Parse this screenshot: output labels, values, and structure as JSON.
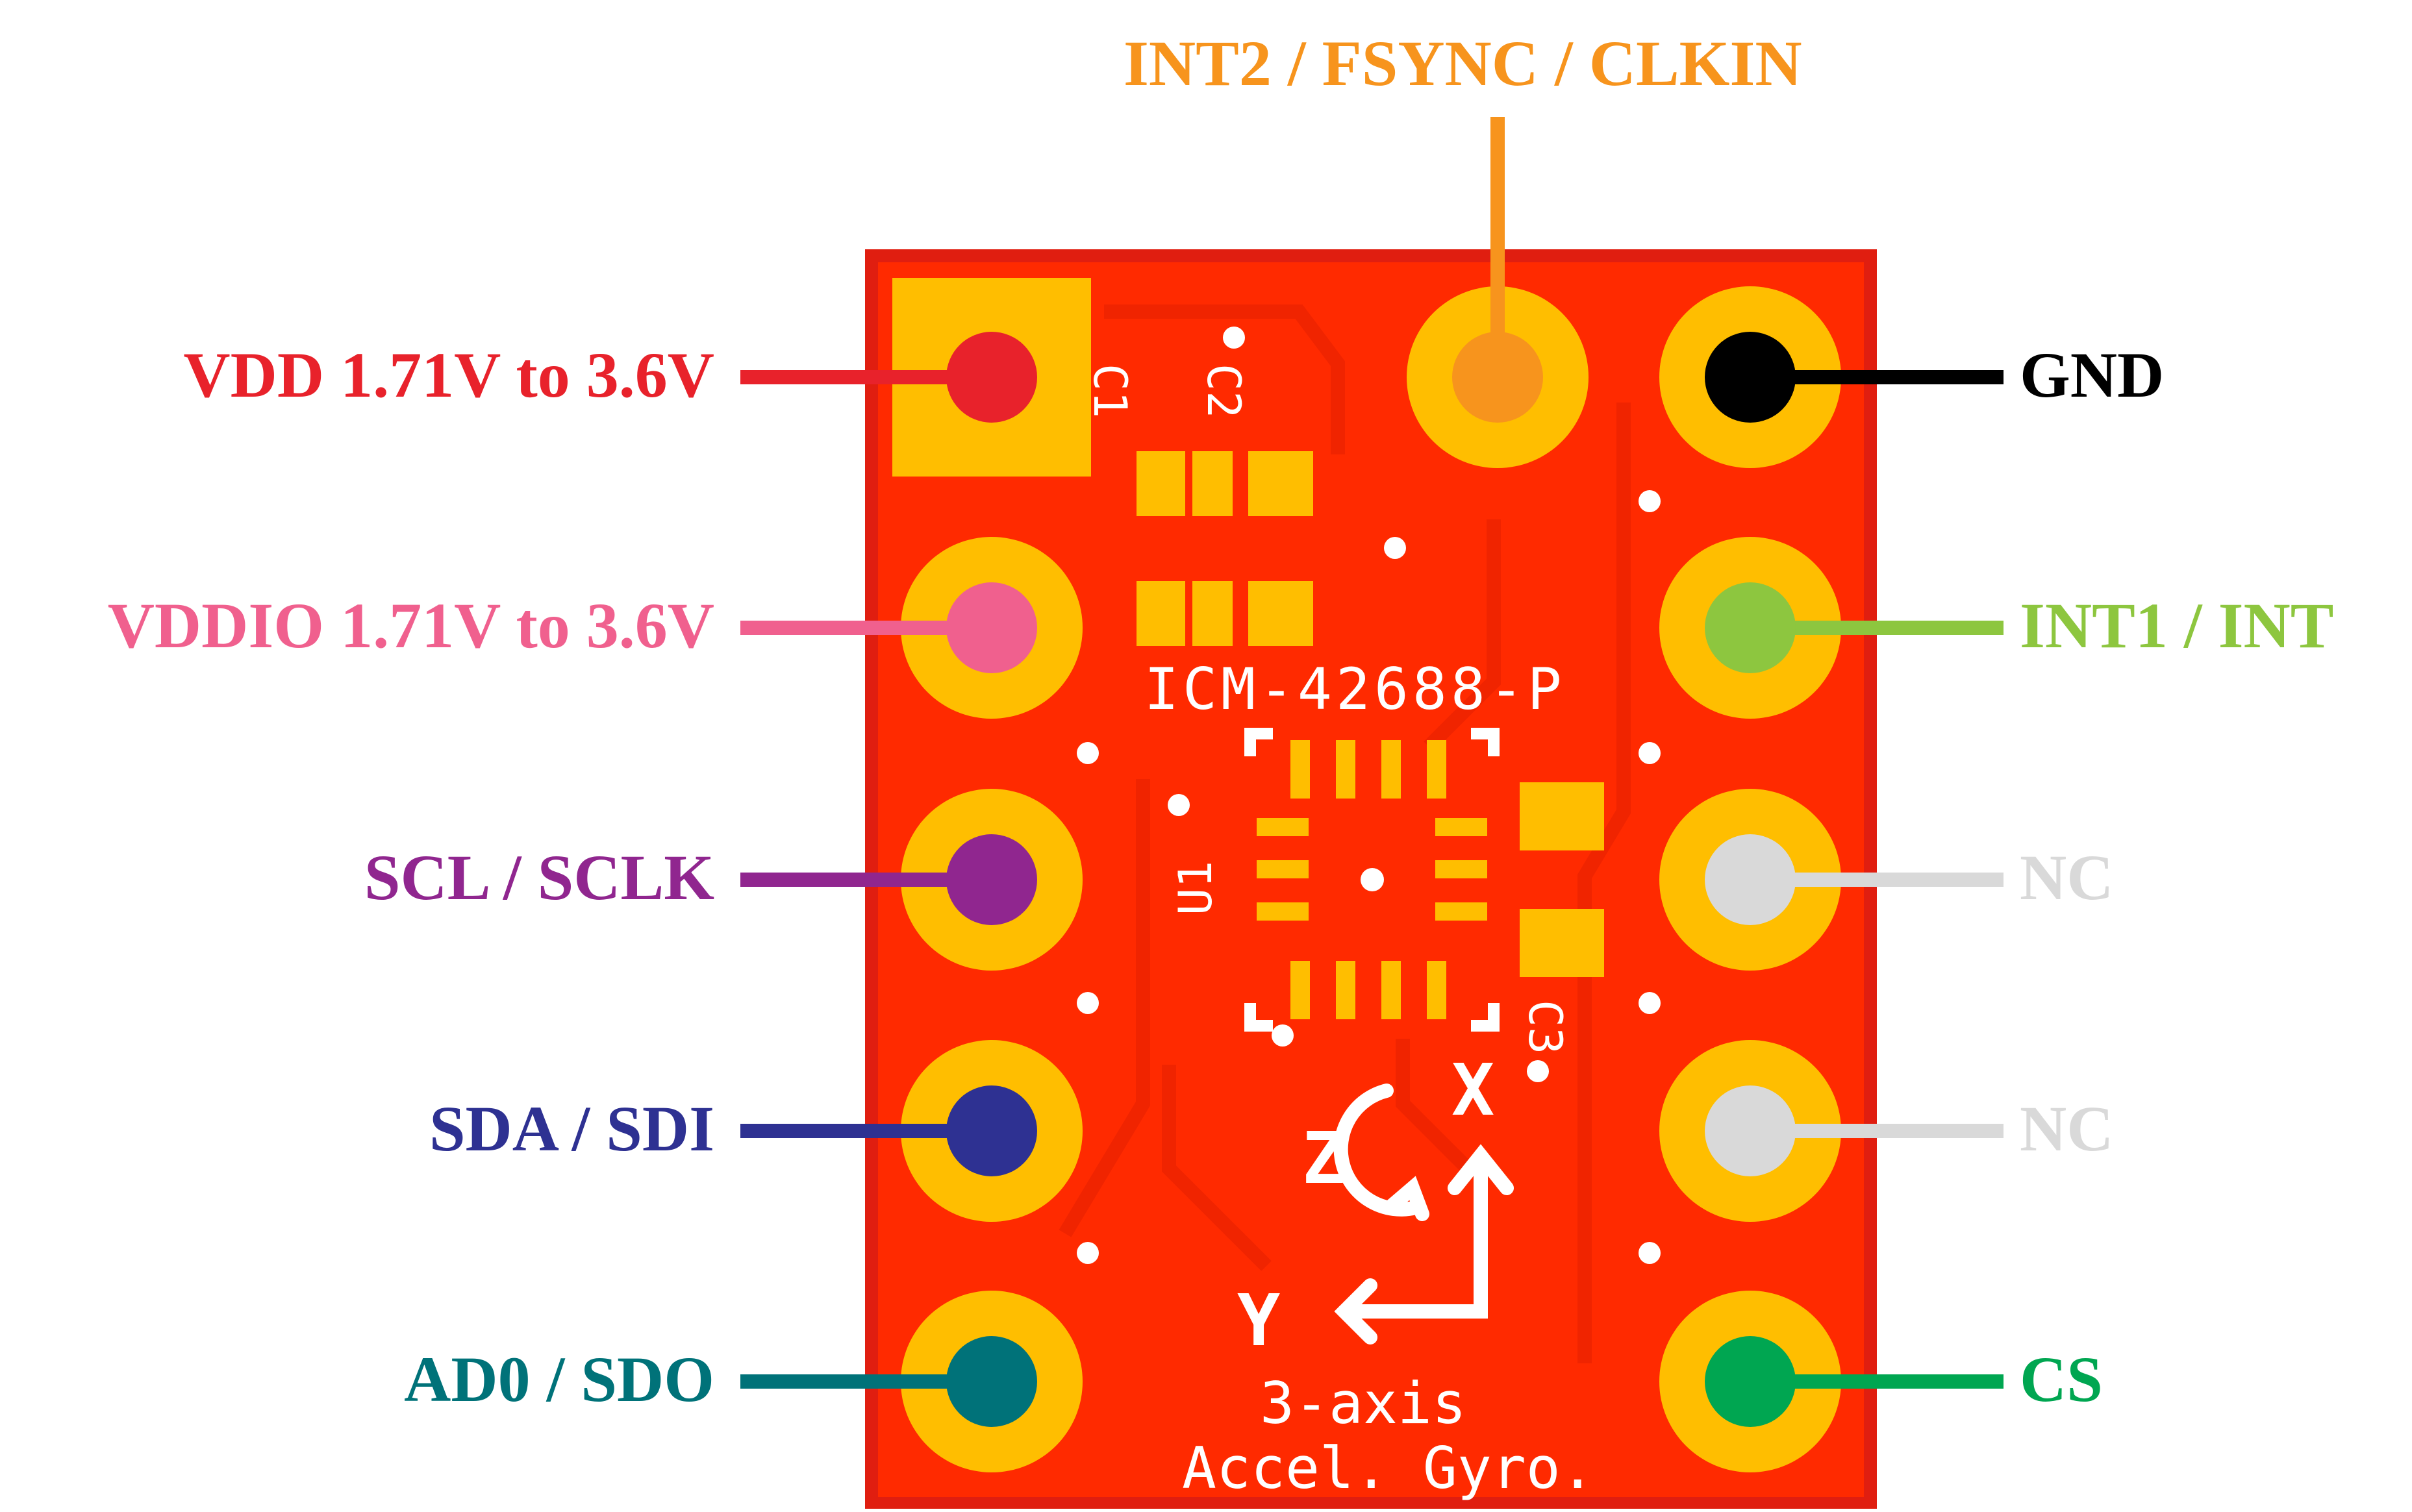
{
  "board": {
    "part_number": "ICM-42688-P",
    "description_line1": "3-axis",
    "description_line2": "Accel. Gyro.",
    "designators": {
      "c1": "C1",
      "c2": "C2",
      "c3": "C3",
      "u1": "U1"
    },
    "axes": {
      "x": "X",
      "y": "Y",
      "z": "Z"
    },
    "colors": {
      "pcb": "#ff2a00",
      "pcb_edge": "#e01e10",
      "pad": "#ffbe00",
      "silkscreen": "#ffffff"
    }
  },
  "pins": {
    "left": [
      {
        "label": "VDD 1.71V to 3.6V",
        "color": "#e8222b"
      },
      {
        "label": "VDDIO 1.71V to 3.6V",
        "color": "#f0608e"
      },
      {
        "label": "SCL / SCLK",
        "color": "#90268f"
      },
      {
        "label": "SDA / SDI",
        "color": "#2e3192"
      },
      {
        "label": "AD0 / SDO",
        "color": "#007279"
      }
    ],
    "right": [
      {
        "label": "GND",
        "color": "#000000"
      },
      {
        "label": "INT1 / INT",
        "color": "#8dc63f"
      },
      {
        "label": "NC",
        "color": "#d9d9d9"
      },
      {
        "label": "NC",
        "color": "#d9d9d9"
      },
      {
        "label": "CS",
        "color": "#00a651"
      }
    ],
    "top": {
      "label": "INT2 / FSYNC / CLKIN",
      "color": "#f7941d"
    }
  }
}
